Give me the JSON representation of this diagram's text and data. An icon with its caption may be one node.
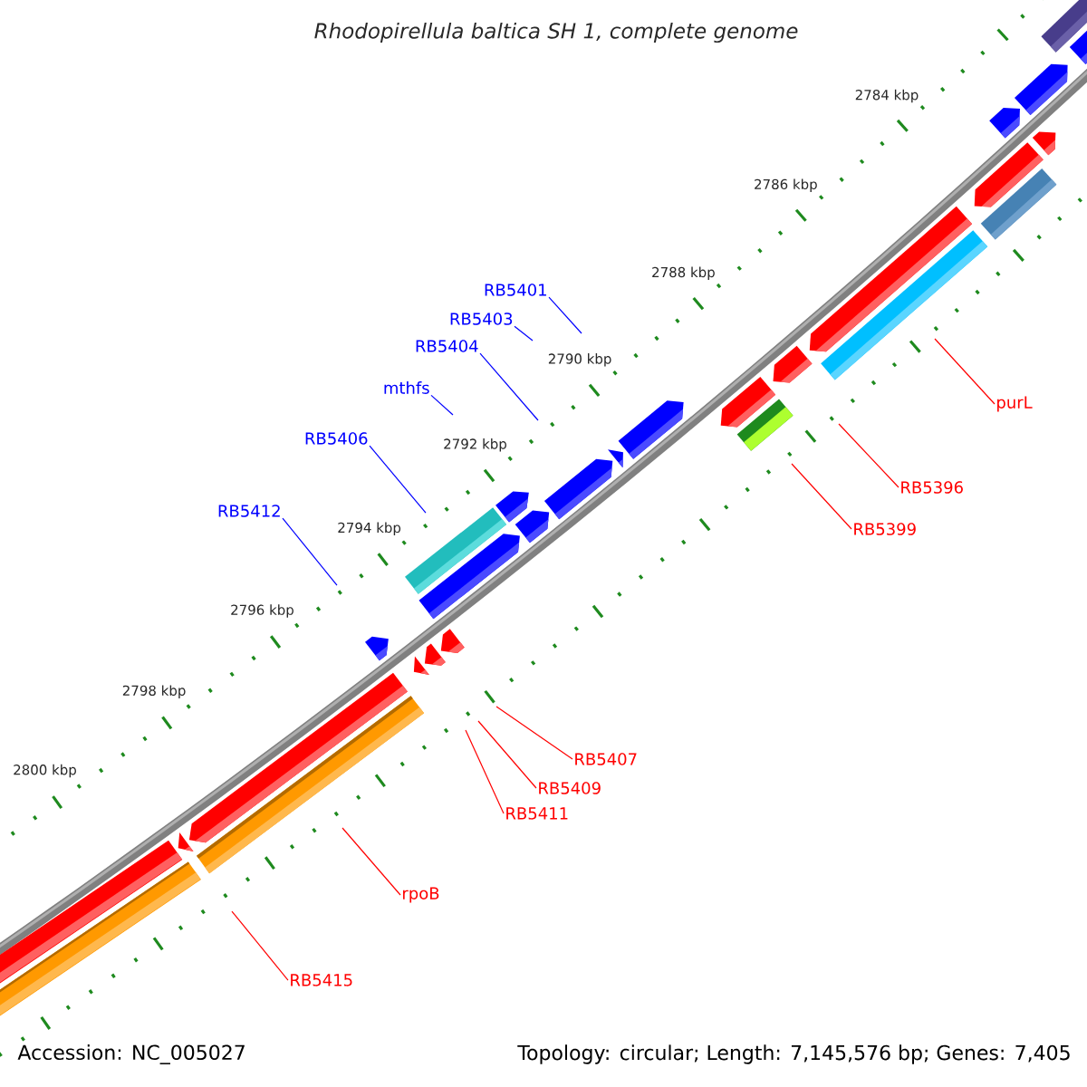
{
  "diagram": {
    "title": "Rhodopirellula baltica SH 1, complete genome",
    "nodes": [
      {
        "text": [
          "RB5401"
        ]
      },
      {
        "text": [
          "RB5403"
        ]
      },
      {
        "text": [
          "RB5404"
        ]
      },
      {
        "text": [
          "mthfs"
        ]
      },
      {
        "text": [
          "purL"
        ]
      },
      {
        "text": [
          "RB5406"
        ]
      },
      {
        "text": [
          "RB5396"
        ]
      },
      {
        "text": [
          "RB5412"
        ]
      },
      {
        "text": [
          "RB5399"
        ]
      },
      {
        "text": [
          "RB5407"
        ]
      },
      {
        "text": [
          "RB5409"
        ]
      },
      {
        "text": [
          "RB5411"
        ]
      },
      {
        "text": [
          "rpoB"
        ]
      },
      {
        "text": [
          "RB5415"
        ]
      }
    ],
    "edges": [
      {
        "from": 0,
        "to": null,
        "arrow": "none",
        "color": "#0000ff"
      },
      {
        "from": 1,
        "to": null,
        "arrow": "none",
        "color": "#0000ff"
      },
      {
        "from": 2,
        "to": null,
        "arrow": "none",
        "color": "#0000ff"
      },
      {
        "from": 3,
        "to": null,
        "arrow": "none",
        "color": "#0000ff"
      },
      {
        "from": 4,
        "to": null,
        "arrow": "none",
        "color": "#ff0000"
      },
      {
        "from": 5,
        "to": null,
        "arrow": "none",
        "color": "#0000ff"
      },
      {
        "from": 6,
        "to": null,
        "arrow": "none",
        "color": "#ff0000"
      },
      {
        "from": 7,
        "to": null,
        "arrow": "none",
        "color": "#0000ff"
      },
      {
        "from": 8,
        "to": null,
        "arrow": "none",
        "color": "#ff0000"
      },
      {
        "from": 9,
        "to": null,
        "arrow": "none",
        "color": "#ff0000"
      },
      {
        "from": 10,
        "to": null,
        "arrow": "none",
        "color": "#ff0000"
      },
      {
        "from": 11,
        "to": null,
        "arrow": "none",
        "color": "#ff0000"
      },
      {
        "from": 12,
        "to": null,
        "arrow": "none",
        "color": "#ff0000"
      },
      {
        "from": 13,
        "to": null,
        "arrow": "none",
        "color": "#ff0000"
      }
    ],
    "labels": [
      "2784 kbp",
      "2786 kbp",
      "2788 kbp",
      "2790 kbp",
      "2792 kbp",
      "2794 kbp",
      "2796 kbp",
      "2798 kbp",
      "2800 kbp",
      "Accession: NC_005027",
      "Topology: circular; Length: 7,145,576 bp; Genes: 7,405"
    ]
  }
}
